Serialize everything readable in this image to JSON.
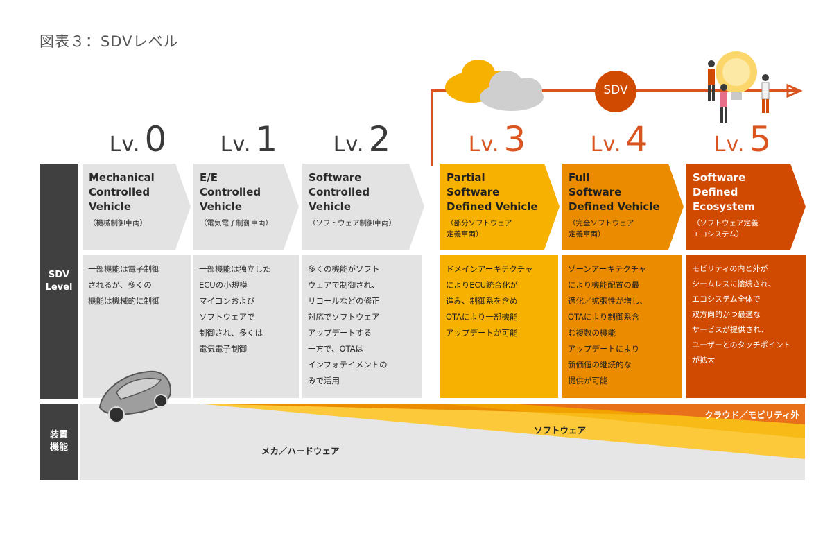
{
  "caption": "図表３：SDVレベル",
  "side_labels": {
    "sdv_level": "SDV\nLevel",
    "device_function": "装置\n機能"
  },
  "sdv_badge": "SDV",
  "levels": [
    {
      "prefix": "Lv.",
      "number": "0",
      "title_en": "Mechanical\nControlled\nVehicle",
      "title_ja": "（機械制御車両）",
      "description": "一部機能は電子制御\nされるが、多くの\n機能は機械的に制御"
    },
    {
      "prefix": "Lv.",
      "number": "1",
      "title_en": "E/E\nControlled\nVehicle",
      "title_ja": "（電気電子制御車両）",
      "description": "一部機能は独立した\nECUの小規模\nマイコンおよび\nソフトウェアで\n制御され、多くは\n電気電子制御"
    },
    {
      "prefix": "Lv.",
      "number": "2",
      "title_en": "Software\nControlled\nVehicle",
      "title_ja": "（ソフトウェア制御車両）",
      "description": "多くの機能がソフト\nウェアで制御され、\nリコールなどの修正\n対応でソフトウェア\nアップデートする\n一方で、OTAは\nインフォテイメントの\nみで活用"
    },
    {
      "prefix": "Lv.",
      "number": "3",
      "title_en": "Partial\nSoftware\nDefined Vehicle",
      "title_ja": "（部分ソフトウェア\n定義車両）",
      "description": "ドメインアーキテクチャ\nによりECU統合化が\n進み、制御系を含め\nOTAにより一部機能\nアップデートが可能"
    },
    {
      "prefix": "Lv.",
      "number": "4",
      "title_en": "Full\nSoftware\nDefined Vehicle",
      "title_ja": "（完全ソフトウェア\n定義車両）",
      "description": "ゾーンアーキテクチャ\nにより機能配置の最\n適化／拡張性が増し、\nOTAにより制御系含\nむ複数の機能\nアップデートにより\n新価値の継続的な\n提供が可能"
    },
    {
      "prefix": "Lv.",
      "number": "5",
      "title_en": "Software\nDefined\nEcosystem",
      "title_ja": "（ソフトウェア定義\nエコシステム）",
      "description": "モビリティの内と外が\nシームレスに接続され、\nエコシステム全体で\n双方向的かつ最適な\nサービスが提供され、\nユーザーとのタッチポイント\nが拡大"
    }
  ],
  "band_labels": {
    "cloud": "クラウド／モビリティ外",
    "software": "ソフトウェア",
    "hardware": "メカ／ハードウェア"
  },
  "colors": {
    "gray_box": "#e3e3e3",
    "lv3": "#f7b100",
    "lv4": "#eb8c00",
    "lv5": "#d04a02",
    "accent_line": "#d9541e",
    "side_bar": "#404040"
  }
}
